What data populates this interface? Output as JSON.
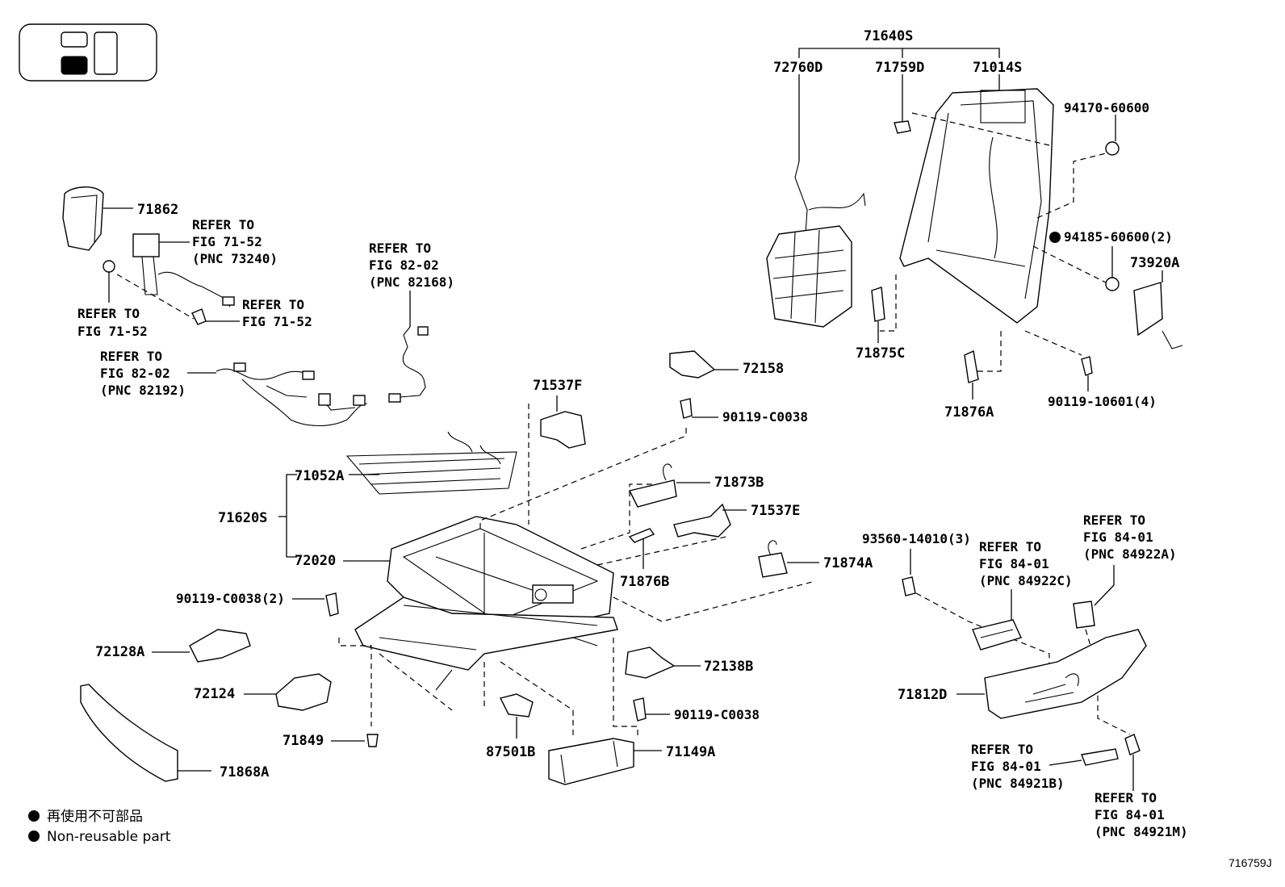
{
  "labels": {
    "p71640S": "71640S",
    "p72760D": "72760D",
    "p71759D": "71759D",
    "p71014S": "71014S",
    "p94170": "94170-60600",
    "p94185": "94185-60600(2)",
    "p73920A": "73920A",
    "p71875C": "71875C",
    "p71876A": "71876A",
    "p90119_10601": "90119-10601(4)",
    "p71862": "71862",
    "p72158": "72158",
    "p90119_c0038_a": "90119-C0038",
    "p71537F": "71537F",
    "p71052A": "71052A",
    "p71620S": "71620S",
    "p72020": "72020",
    "p71873B": "71873B",
    "p71537E": "71537E",
    "p71876B": "71876B",
    "p71874A": "71874A",
    "p93560": "93560-14010(3)",
    "p90119_c0038_2": "90119-C0038(2)",
    "p72128A": "72128A",
    "p72124": "72124",
    "p71849": "71849",
    "p71868A": "71868A",
    "p87501B": "87501B",
    "p71149A": "71149A",
    "p72138B": "72138B",
    "p90119_c0038_b": "90119-C0038",
    "p71812D": "71812D"
  },
  "refs": {
    "r1": [
      "REFER TO",
      "FIG 71-52",
      "(PNC 73240)"
    ],
    "r2": [
      "REFER TO",
      "FIG 71-52"
    ],
    "r3": [
      "REFER TO",
      "FIG 71-52"
    ],
    "r4": [
      "REFER TO",
      "FIG 82-02",
      "(PNC 82168)"
    ],
    "r5": [
      "REFER TO",
      "FIG 82-02",
      "(PNC 82192)"
    ],
    "r6": [
      "REFER TO",
      "FIG 84-01",
      "(PNC 84922C)"
    ],
    "r7": [
      "REFER TO",
      "FIG 84-01",
      "(PNC 84922A)"
    ],
    "r8": [
      "REFER TO",
      "FIG 84-01",
      "(PNC 84921B)"
    ],
    "r9": [
      "REFER TO",
      "FIG 84-01",
      "(PNC 84921M)"
    ]
  },
  "legend": {
    "line1": "再使用不可部品",
    "line2": "Non-reusable part"
  },
  "figure_code": "716759J"
}
